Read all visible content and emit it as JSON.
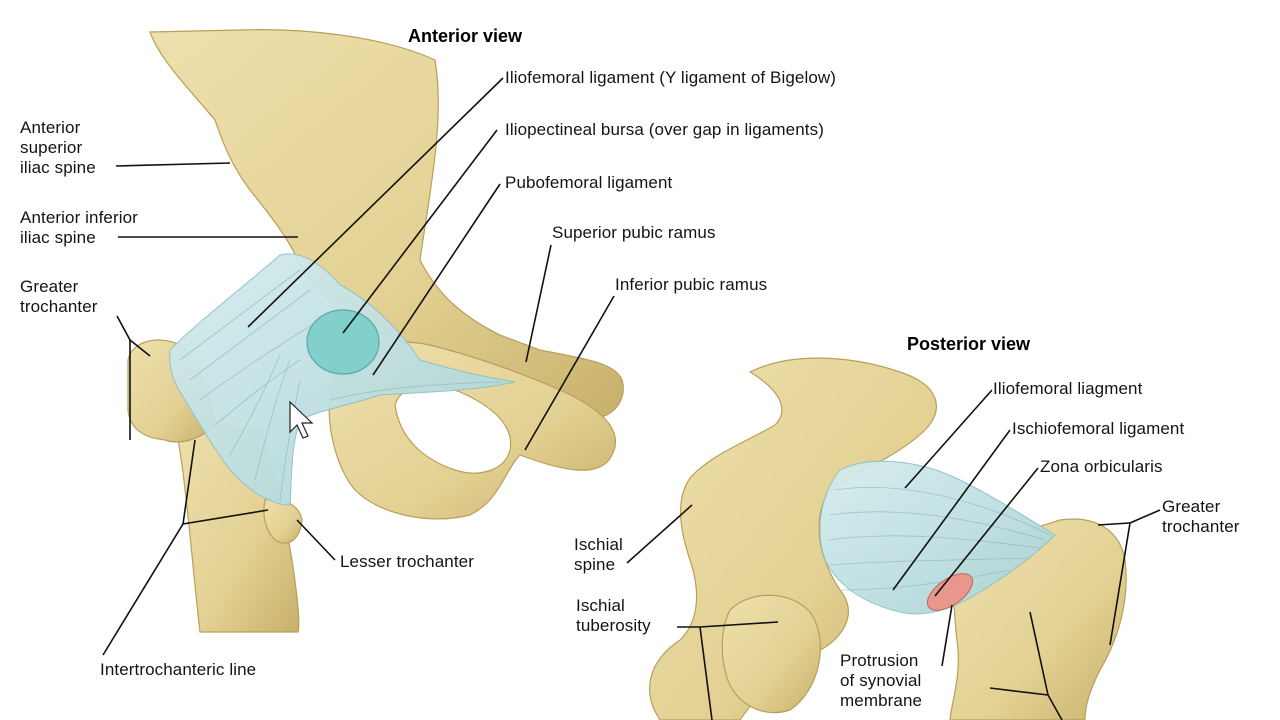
{
  "figure": {
    "anterior": {
      "title": "Anterior view",
      "labels": {
        "asis": "Anterior\nsuperior\niliac spine",
        "aiis": "Anterior inferior\niliac spine",
        "greater_trochanter": "Greater\ntrochanter",
        "intertrochanteric_line": "Intertrochanteric line",
        "iliofemoral": "Iliofemoral ligament (Y ligament of Bigelow)",
        "iliopectineal_bursa": "Iliopectineal bursa (over gap in ligaments)",
        "pubofemoral": "Pubofemoral ligament",
        "superior_pubic_ramus": "Superior pubic ramus",
        "inferior_pubic_ramus": "Inferior pubic ramus",
        "lesser_trochanter": "Lesser trochanter"
      }
    },
    "posterior": {
      "title": "Posterior view",
      "labels": {
        "iliofemoral": "Iliofemoral liagment",
        "ischiofemoral": "Ischiofemoral ligament",
        "zona_orbicularis": "Zona orbicularis",
        "greater_trochanter": "Greater\ntrochanter",
        "ischial_spine": "Ischial\nspine",
        "ischial_tuberosity": "Ischial\ntuberosity",
        "synovial_protrusion": "Protrusion\nof synovial\nmembrane"
      }
    }
  },
  "colors": {
    "bone": "#e8d9a0",
    "bone_shadow": "#c9b46d",
    "ligament": "#bfe0e3",
    "bursa": "#7fcfcb",
    "synovial": "#e79a90"
  }
}
